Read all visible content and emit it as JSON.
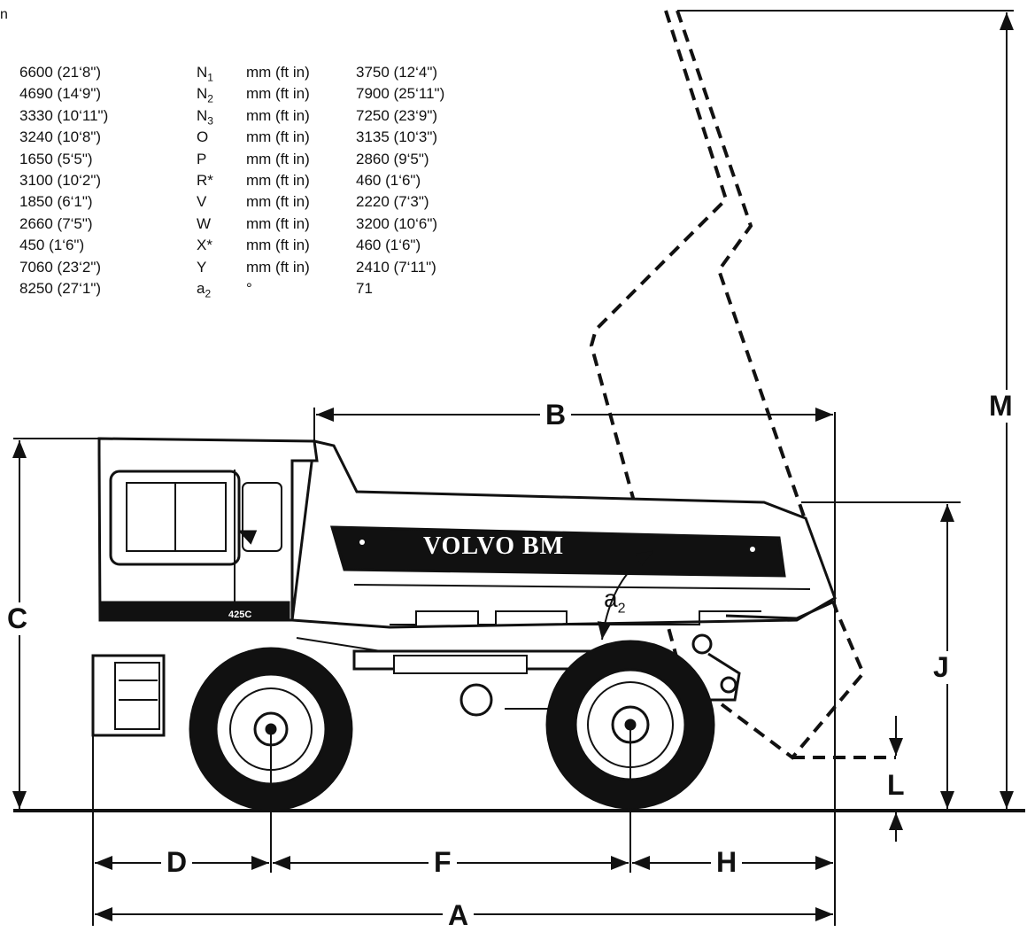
{
  "cut_letter": "n",
  "specs": [
    {
      "left": "6600 (21‘8\")",
      "sym": "N",
      "sub": "1",
      "unit": "mm (ft in)",
      "right": "3750 (12‘4\")"
    },
    {
      "left": "4690 (14‘9\")",
      "sym": "N",
      "sub": "2",
      "unit": "mm (ft in)",
      "right": "7900 (25‘11\")"
    },
    {
      "left": "3330 (10‘11\")",
      "sym": "N",
      "sub": "3",
      "unit": "mm (ft in)",
      "right": "7250 (23‘9\")"
    },
    {
      "left": "3240 (10‘8\")",
      "sym": "O",
      "sub": "",
      "unit": "mm (ft in)",
      "right": "3135 (10‘3\")"
    },
    {
      "left": "1650 (5‘5\")",
      "sym": "P",
      "sub": "",
      "unit": "mm (ft in)",
      "right": "2860 (9‘5\")"
    },
    {
      "left": "3100 (10‘2\")",
      "sym": "R*",
      "sub": "",
      "unit": "mm (ft in)",
      "right": "460 (1‘6\")"
    },
    {
      "left": "1850 (6‘1\")",
      "sym": "V",
      "sub": "",
      "unit": "mm (ft in)",
      "right": "2220 (7‘3\")"
    },
    {
      "left": "2660 (7‘5\")",
      "sym": "W",
      "sub": "",
      "unit": "mm (ft in)",
      "right": "3200 (10‘6\")"
    },
    {
      "left": "450 (1‘6\")",
      "sym": "X*",
      "sub": "",
      "unit": "mm (ft in)",
      "right": "460 (1‘6\")"
    },
    {
      "left": "7060 (23‘2\")",
      "sym": "Y",
      "sub": "",
      "unit": "mm (ft in)",
      "right": "2410 (7‘11\")"
    },
    {
      "left": "8250 (27‘1\")",
      "sym": "a",
      "sub": "2",
      "unit": "°",
      "right": "71"
    }
  ],
  "diagram": {
    "brand_text": "VOLVO BM",
    "model_text": "425C",
    "angle_symbol": "a",
    "angle_sub": "2",
    "dimensions": {
      "A": "A",
      "B": "B",
      "C": "C",
      "D": "D",
      "F": "F",
      "H": "H",
      "J": "J",
      "L": "L",
      "M": "M"
    }
  },
  "colors": {
    "ink": "#111111",
    "paper": "#ffffff"
  }
}
